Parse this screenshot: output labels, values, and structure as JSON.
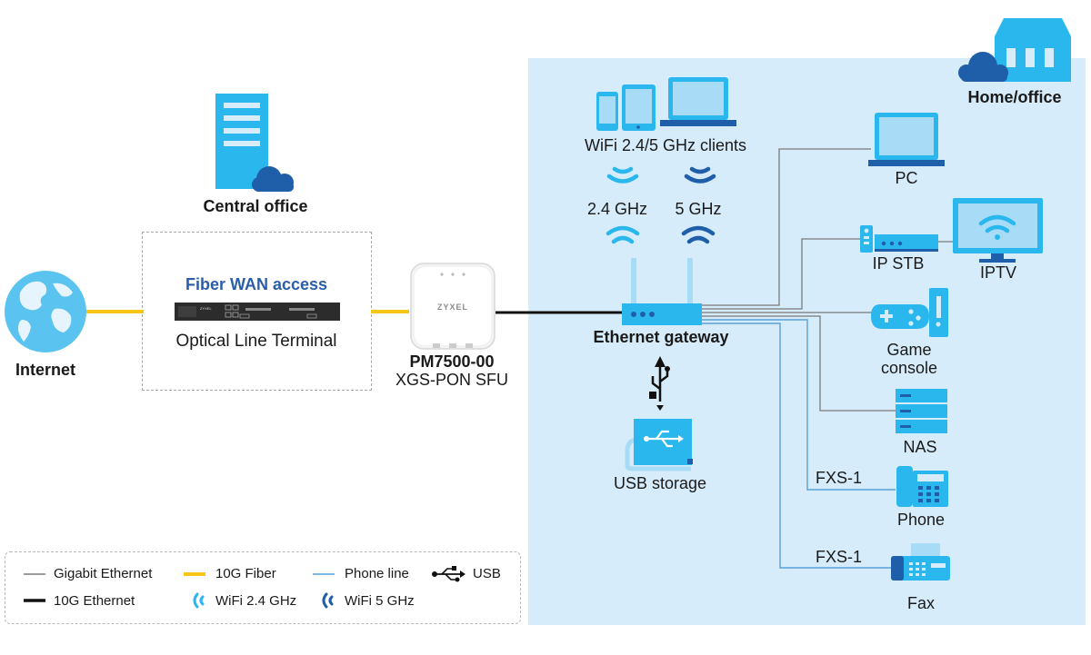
{
  "colors": {
    "accent": "#2ab7ee",
    "accent_dark": "#1f5ea8",
    "home_bg": "#d6ecfa",
    "fiber": "#f5c518",
    "gigabit": "#7a7a7a",
    "ten_g": "#111111",
    "phone_line": "#5aa0d8"
  },
  "labels": {
    "internet": "Internet",
    "central_office": "Central office",
    "fiber_wan": "Fiber WAN access",
    "olt": "Optical Line Terminal",
    "device_model": "PM7500-00",
    "device_type": "XGS-PON SFU",
    "device_brand": "ZYXEL",
    "olt_brand": "ZYXEL",
    "home_office": "Home/office",
    "wifi_clients": "WiFi 2.4/5 GHz clients",
    "band_24": "2.4 GHz",
    "band_5": "5 GHz",
    "gateway": "Ethernet gateway",
    "usb_storage": "USB storage",
    "pc": "PC",
    "ip_stb": "IP STB",
    "iptv": "IPTV",
    "game_console_1": "Game",
    "game_console_2": "console",
    "nas": "NAS",
    "fxs1_phone": "FXS-1",
    "phone": "Phone",
    "fxs1_fax": "FXS-1",
    "fax": "Fax"
  },
  "legend": {
    "gigabit_ethernet": "Gigabit Ethernet",
    "ten_g_fiber": "10G Fiber",
    "phone_line": "Phone line",
    "usb": "USB",
    "ten_g_ethernet": "10G Ethernet",
    "wifi_24": "WiFi 2.4 GHz",
    "wifi_5": "WiFi 5 GHz"
  }
}
